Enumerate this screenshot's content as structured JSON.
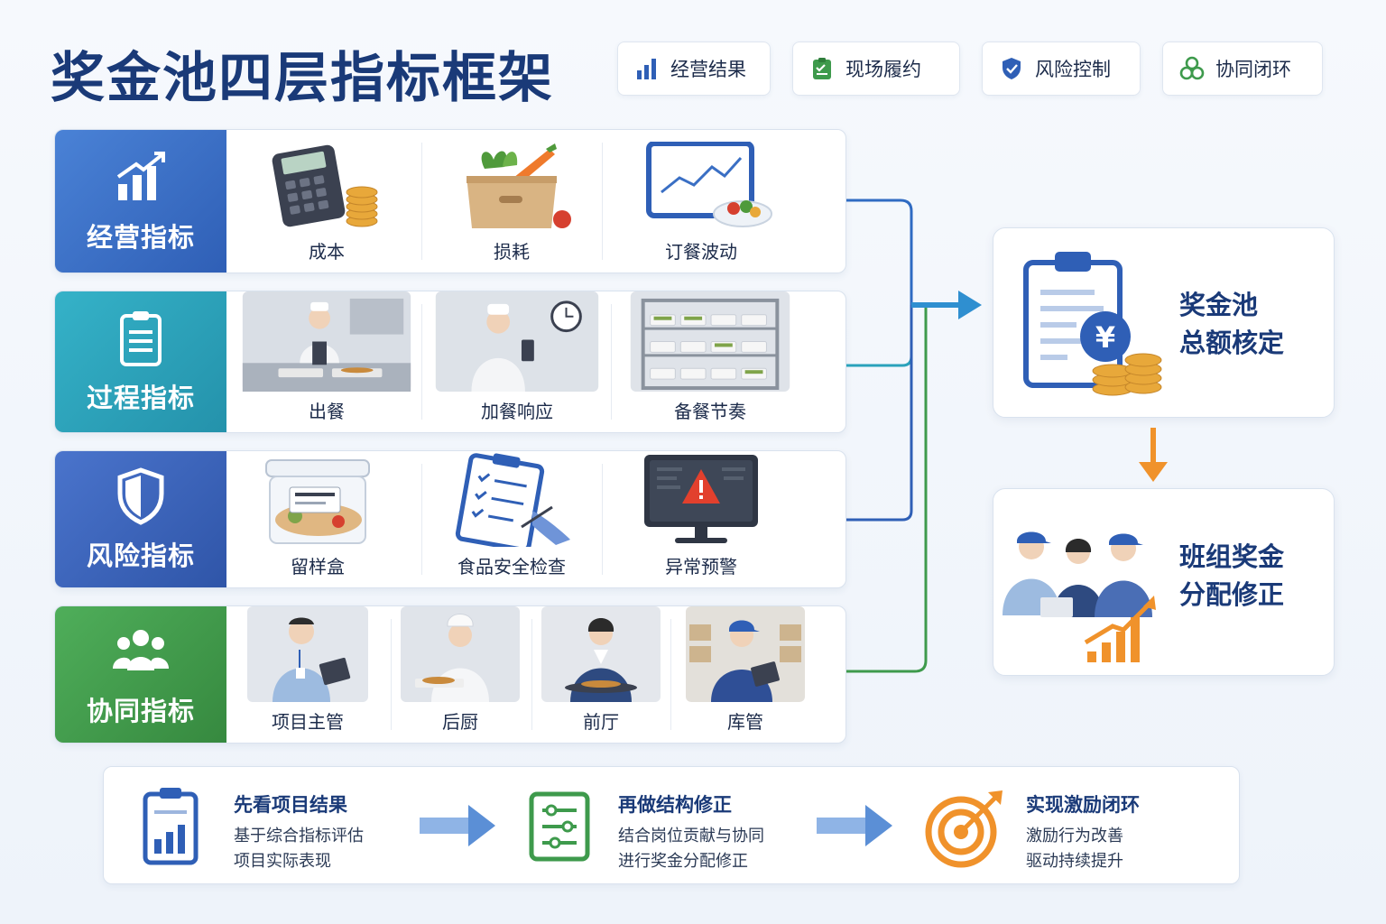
{
  "title": "奖金池四层指标框架",
  "legend": [
    {
      "label": "经营结果",
      "icon": "bar-chart-icon"
    },
    {
      "label": "现场履约",
      "icon": "clipboard-check-icon"
    },
    {
      "label": "风险控制",
      "icon": "shield-check-icon"
    },
    {
      "label": "协同闭环",
      "icon": "collaboration-loop-icon"
    }
  ],
  "rows": [
    {
      "label": "经营指标",
      "color": "#3a6fc4",
      "items": [
        "成本",
        "损耗",
        "订餐波动"
      ]
    },
    {
      "label": "过程指标",
      "color": "#2aa2bb",
      "items": [
        "出餐",
        "加餐响应",
        "备餐节奏"
      ]
    },
    {
      "label": "风险指标",
      "color": "#3b63bd",
      "items": [
        "留样盒",
        "食品安全检查",
        "异常预警"
      ]
    },
    {
      "label": "协同指标",
      "color": "#3e9a4c",
      "items": [
        "项目主管",
        "后厨",
        "前厅",
        "库管"
      ]
    }
  ],
  "outcomes": {
    "pool": {
      "line1": "奖金池",
      "line2": "总额核定"
    },
    "team": {
      "line1": "班组奖金",
      "line2": "分配修正"
    }
  },
  "steps": [
    {
      "title": "先看项目结果",
      "line1": "基于综合指标评估",
      "line2": "项目实际表现"
    },
    {
      "title": "再做结构修正",
      "line1": "结合岗位贡献与协同",
      "line2": "进行奖金分配修正"
    },
    {
      "title": "实现激励闭环",
      "line1": "激励行为改善",
      "line2": "驱动持续提升"
    }
  ],
  "colors": {
    "navy": "#1a3a78",
    "blue": "#3a6fc4",
    "teal": "#2aa2bb",
    "green": "#3e9a4c",
    "orange": "#f0922b",
    "gold": "#e8a83a"
  }
}
